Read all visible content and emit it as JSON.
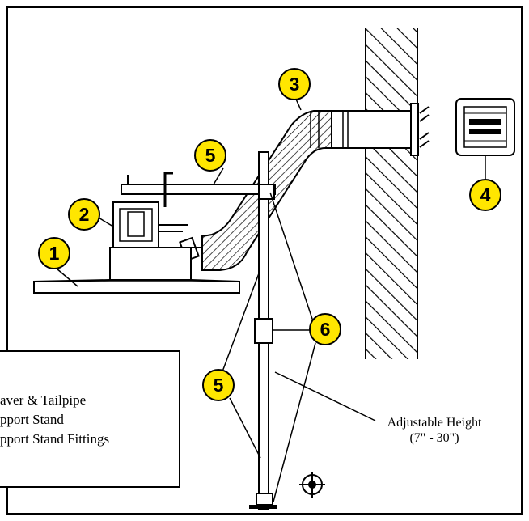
{
  "colors": {
    "callout_fill": "#ffe600",
    "line": "#000000",
    "background": "#ffffff"
  },
  "callouts": [
    {
      "label": "1"
    },
    {
      "label": "2"
    },
    {
      "label": "3"
    },
    {
      "label": "4"
    },
    {
      "label": "5"
    },
    {
      "label": "5"
    },
    {
      "label": "6"
    }
  ],
  "annotation": {
    "line1": "Adjustable Height",
    "line2": "(7\" - 30\")"
  },
  "legend": {
    "items": [
      {
        "text": "aver & Tailpipe"
      },
      {
        "text": "pport Stand"
      },
      {
        "text": "pport Stand Fittings"
      }
    ]
  },
  "icons": [
    "crosshair-icon"
  ]
}
